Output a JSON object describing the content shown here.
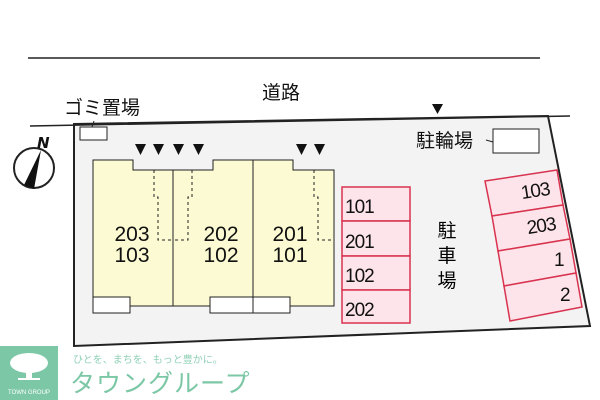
{
  "labels": {
    "road": "道路",
    "garbage": "ゴミ置場",
    "bicycle": "駐輪場",
    "parking": "駐車場",
    "north": "N"
  },
  "buildings": [
    {
      "upper": "203",
      "lower": "103"
    },
    {
      "upper": "202",
      "lower": "102"
    },
    {
      "upper": "201",
      "lower": "101"
    }
  ],
  "parking_left": [
    "101",
    "201",
    "102",
    "202"
  ],
  "parking_right": [
    "103",
    "203",
    "1",
    "2"
  ],
  "logo": {
    "slogan": "ひとを、まちを、もっと豊かに。",
    "brand": "タウングループ",
    "mark": "TOWN GROUP"
  },
  "colors": {
    "building": "#fbfad2",
    "parking": "#fde3ea",
    "parking_border": "#d8334f",
    "lot": "#f3f3f3",
    "brand": "#7cc7a5"
  }
}
